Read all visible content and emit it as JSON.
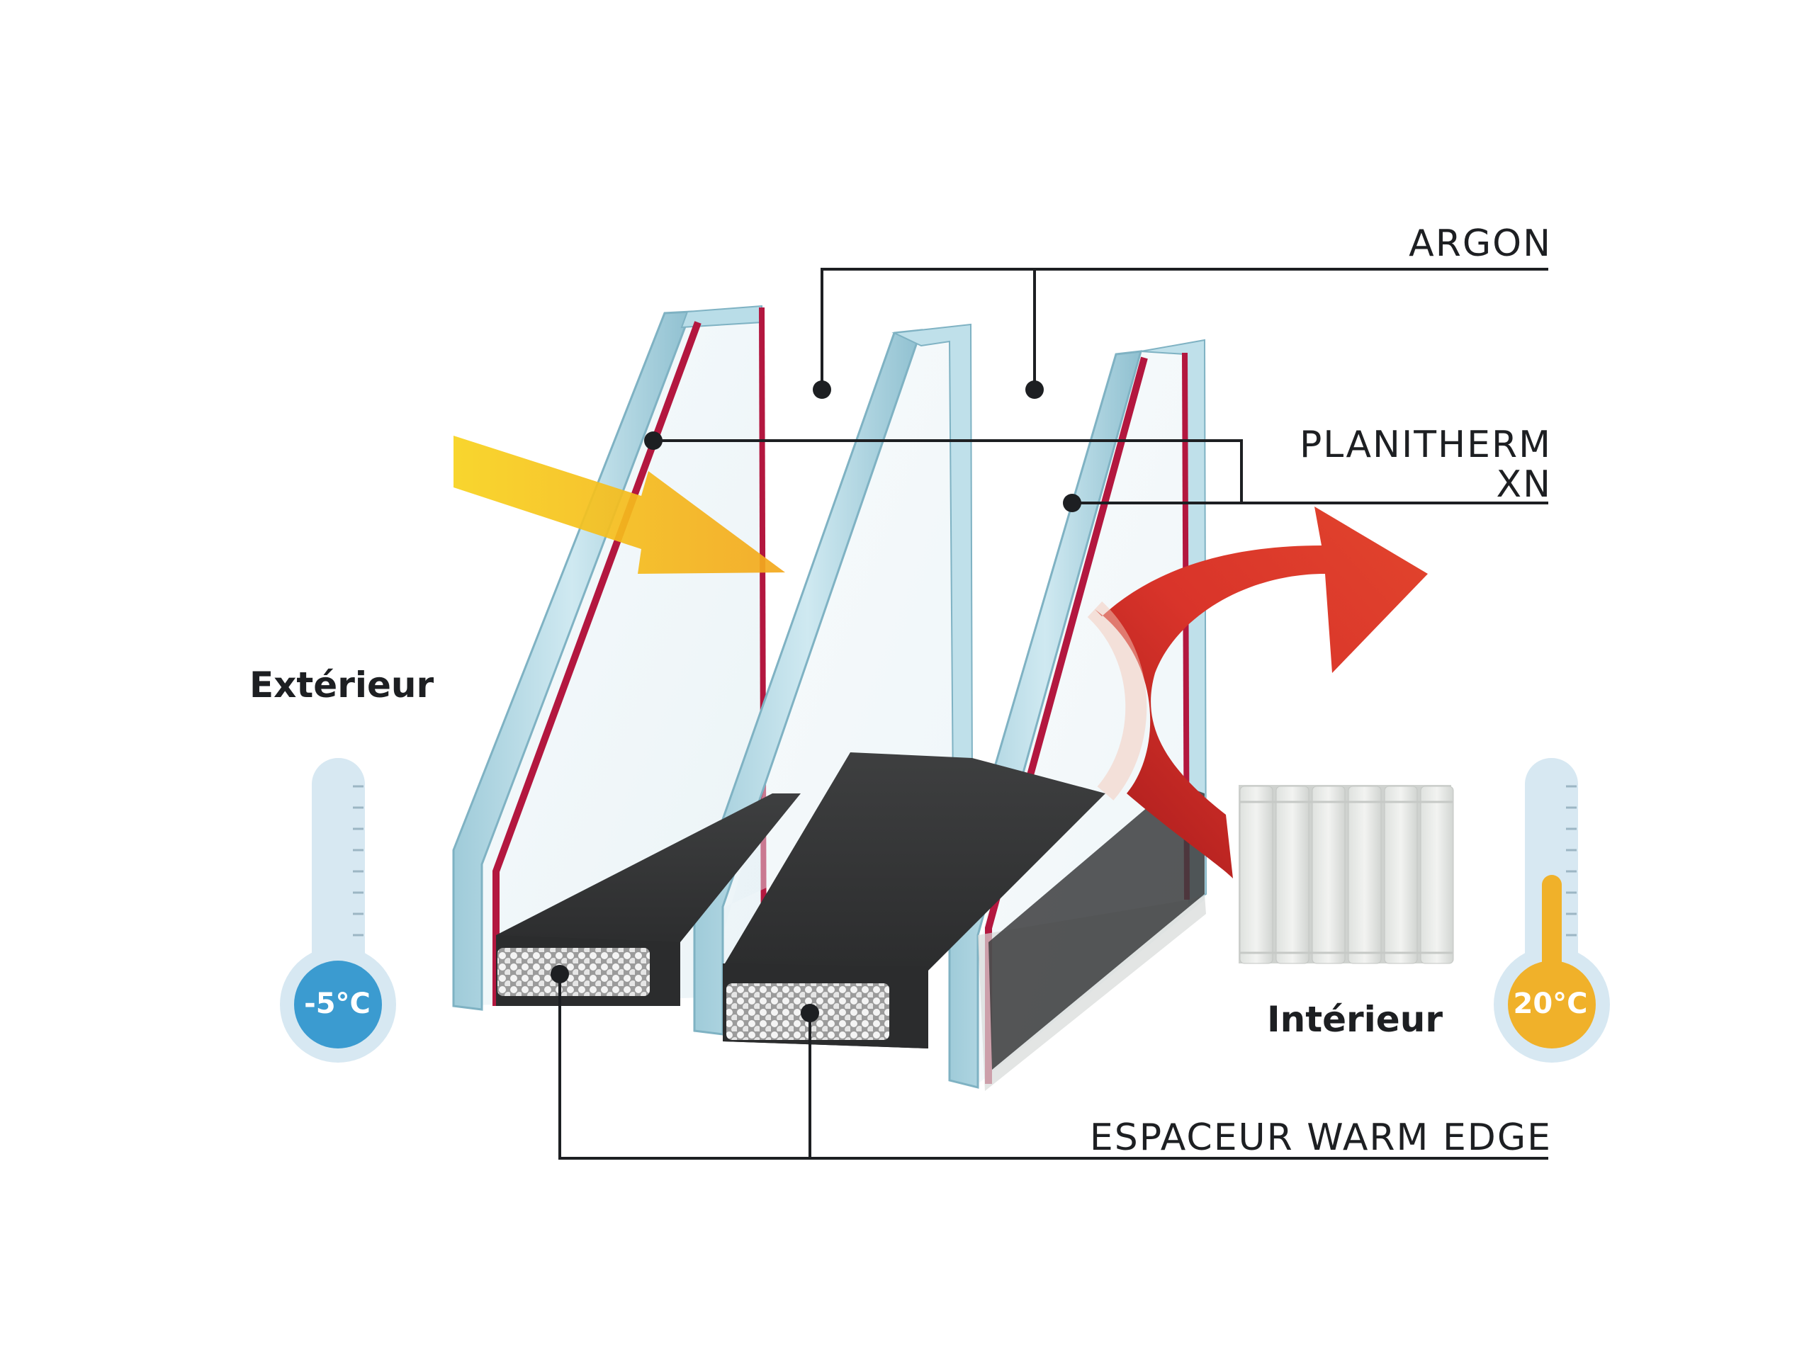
{
  "labels": {
    "argon": "ARGON",
    "planitherm_line1": "PLANITHERM",
    "planitherm_line2": "XN",
    "espaceur": "ESPACEUR WARM EDGE",
    "exterieur": "Extérieur",
    "interieur": "Intérieur"
  },
  "temperatures": {
    "exterior": "-5°C",
    "interior": "20°C"
  },
  "colors": {
    "text": "#1d1f22",
    "leader_lines": "#1d1f22",
    "glass": "#a9d4e0",
    "low_e_coating": "#b3173f",
    "spacer": "#2f2f30",
    "sun_arrow": "#f5c21b",
    "heat_arrow": "#d93a25",
    "cold_thermometer": "#3b9bd0",
    "warm_thermometer": "#f0b12a",
    "thermometer_tube": "#d7e8f2"
  },
  "icons": {
    "sun": "sun-ray-arrow-icon",
    "heat": "heat-reflection-arrow-icon",
    "radiator": "radiator-icon",
    "thermometer_cold": "thermometer-cold-icon",
    "thermometer_warm": "thermometer-warm-icon"
  }
}
